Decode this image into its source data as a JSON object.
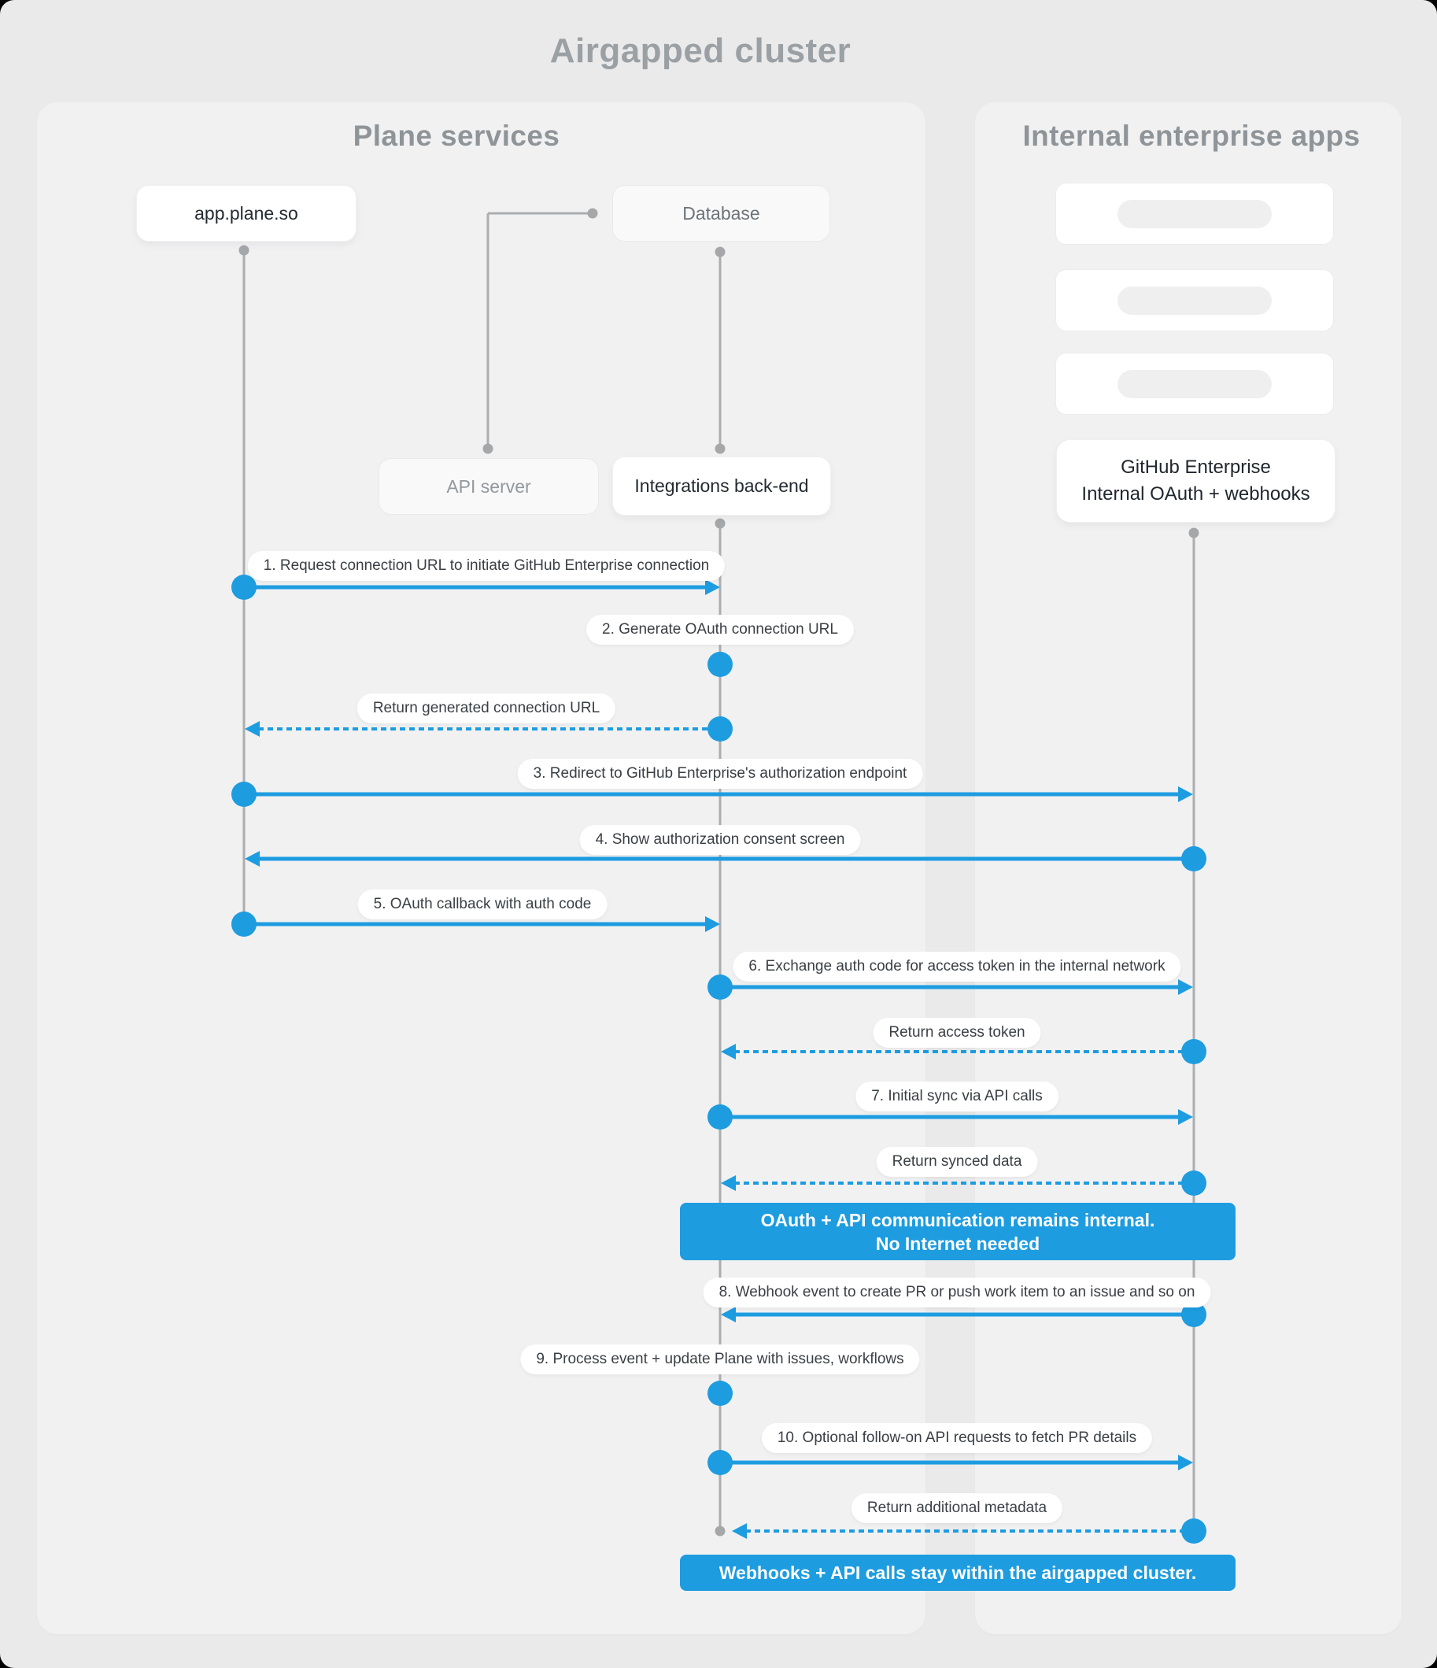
{
  "title": "Airgapped cluster",
  "panels": {
    "left": {
      "title": "Plane services"
    },
    "right": {
      "title": "Internal enterprise apps"
    }
  },
  "actors": {
    "app": {
      "label": "app.plane.so"
    },
    "database": {
      "label": "Database"
    },
    "api_server": {
      "label": "API server"
    },
    "integrations": {
      "label": "Integrations back-end"
    },
    "github": {
      "line1": "GitHub Enterprise",
      "line2": "Internal OAuth + webhooks"
    }
  },
  "skeleton_cards": {
    "count": 3
  },
  "messages": [
    {
      "label": "1. Request connection URL to initiate GitHub Enterprise connection"
    },
    {
      "label": "2. Generate OAuth connection URL"
    },
    {
      "label": "Return generated connection URL"
    },
    {
      "label": "3. Redirect to GitHub Enterprise's authorization endpoint"
    },
    {
      "label": "4. Show authorization consent screen"
    },
    {
      "label": "5. OAuth callback with auth code"
    },
    {
      "label": "6. Exchange auth code for access token in the internal network"
    },
    {
      "label": "Return access token"
    },
    {
      "label": "7. Initial sync via API calls"
    },
    {
      "label": "Return synced data"
    },
    {
      "label": "8. Webhook event to create PR  or push work item to an issue  and so on"
    },
    {
      "label": "9. Process event + update Plane with issues, workflows"
    },
    {
      "label": "10. Optional follow-on API requests to fetch PR details"
    },
    {
      "label": "Return additional metadata"
    }
  ],
  "banners": [
    {
      "line1": "OAuth + API communication remains internal.",
      "line2": "No Internet needed"
    },
    {
      "line1": "Webhooks + API calls stay within the airgapped cluster."
    }
  ],
  "colors": {
    "accent": "#1d9ce0",
    "page_bg": "#eaeaeb",
    "panel_bg": "#f1f1f2"
  }
}
